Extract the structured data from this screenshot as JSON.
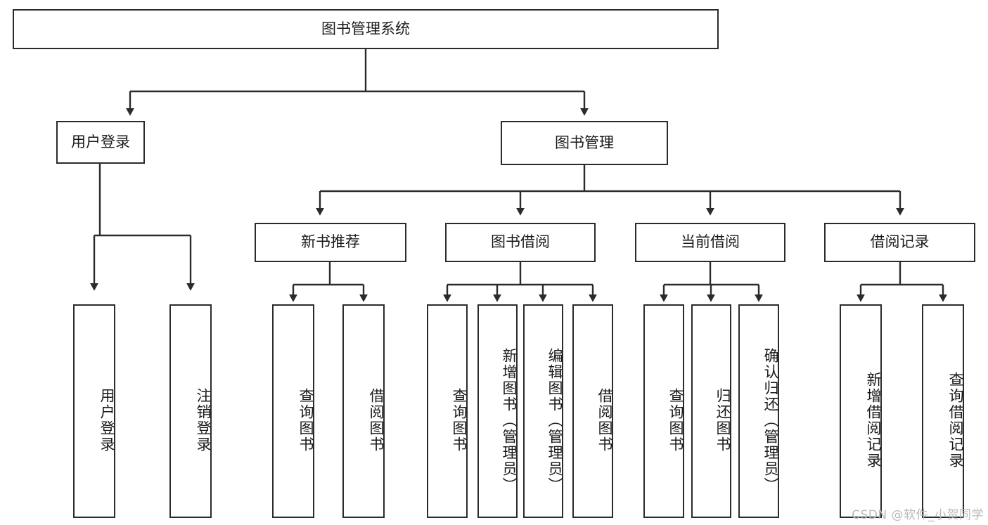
{
  "diagram": {
    "type": "tree-hierarchy",
    "title": "图书管理系统",
    "orientation": "top-down",
    "levels": 4,
    "colors": {
      "box_border": "#2b2b2b",
      "box_fill": "#ffffff",
      "connector": "#2b2b2b",
      "background": "#ffffff",
      "watermark": "#b9b9b9"
    },
    "root": {
      "label": "图书管理系统"
    },
    "level2": [
      {
        "label": "用户登录"
      },
      {
        "label": "图书管理"
      }
    ],
    "level3": [
      {
        "label": "新书推荐"
      },
      {
        "label": "图书借阅"
      },
      {
        "label": "当前借阅"
      },
      {
        "label": "借阅记录"
      }
    ],
    "leaves": {
      "user_login": [
        {
          "label": "用户登录"
        },
        {
          "label": "注销登录"
        }
      ],
      "new_book_recommend": [
        {
          "label": "查询图书"
        },
        {
          "label": "借阅图书"
        }
      ],
      "book_borrow": [
        {
          "label": "查询图书"
        },
        {
          "label": "新增图书（管理员）"
        },
        {
          "label": "编辑图书（管理员）"
        },
        {
          "label": "借阅图书"
        }
      ],
      "current_borrow": [
        {
          "label": "查询图书"
        },
        {
          "label": "归还图书"
        },
        {
          "label": "确认归还（管理员）"
        }
      ],
      "borrow_record": [
        {
          "label": "新增借阅记录"
        },
        {
          "label": "查询借阅记录"
        }
      ]
    }
  },
  "watermark": {
    "text": "CSDN @软件_小贺同学"
  }
}
